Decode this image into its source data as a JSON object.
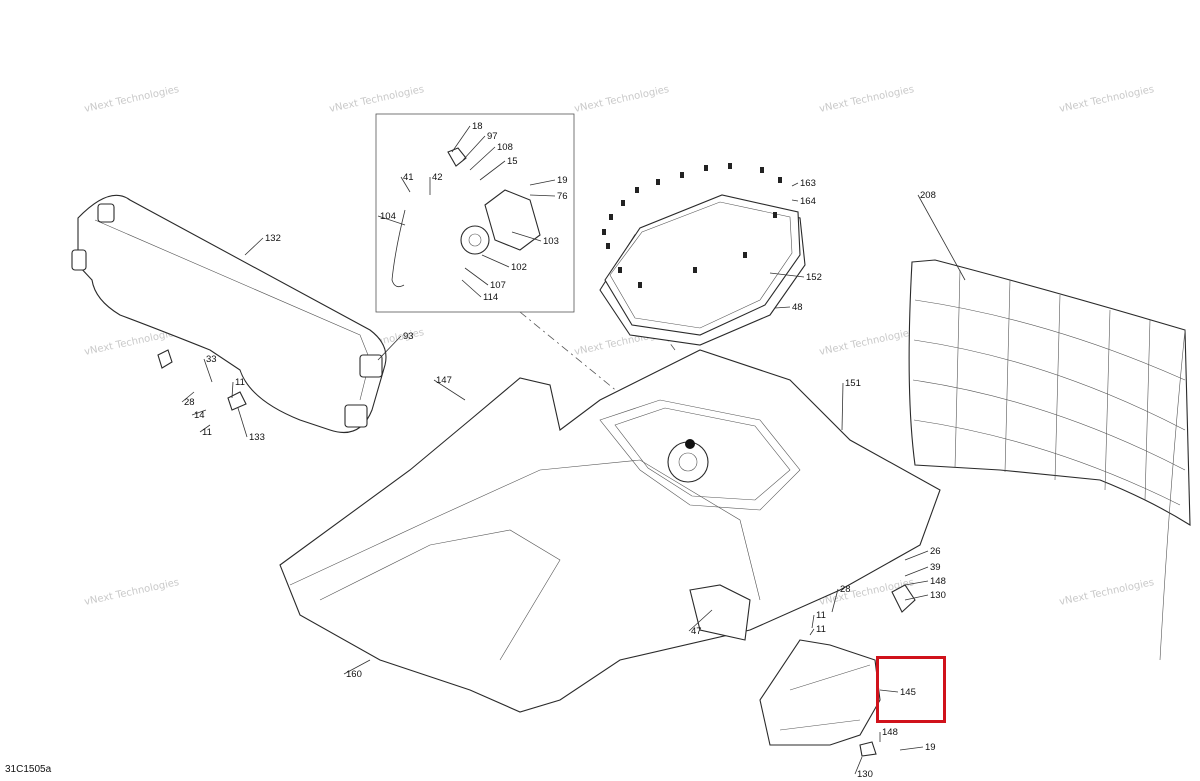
{
  "diagram": {
    "reference": "31C1505a",
    "watermark": [
      "vNext",
      "Technologies"
    ],
    "watermark_line": "vNext Technologies",
    "highlight_color": "#d0121b",
    "highlighted_part": "145",
    "callouts": [
      "18",
      "97",
      "108",
      "15",
      "19",
      "76",
      "41",
      "42",
      "104",
      "103",
      "102",
      "107",
      "114",
      "163",
      "164",
      "152",
      "48",
      "132",
      "93",
      "33",
      "28",
      "11",
      "14",
      "133",
      "11",
      "147",
      "151",
      "208",
      "26",
      "39",
      "148",
      "130",
      "28",
      "11",
      "11",
      "47",
      "160",
      "145",
      "148",
      "19",
      "130"
    ]
  }
}
